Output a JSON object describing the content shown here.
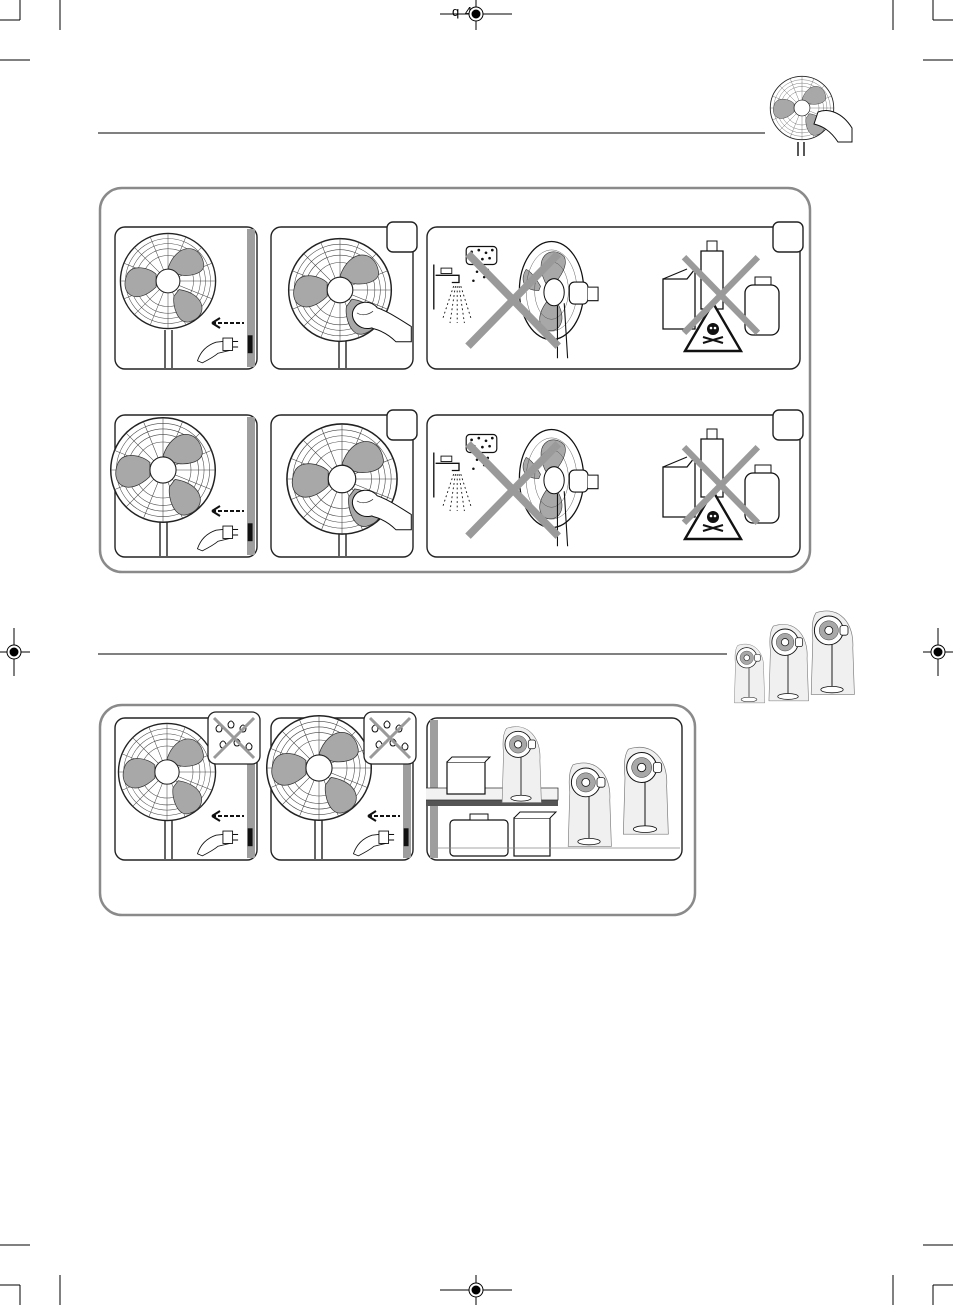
{
  "header": {
    "print_mark": "q 4",
    "page_number": "4"
  },
  "colors": {
    "panel_border": "#8a8a8a",
    "frame_border": "#222222",
    "fan_hub_gray": "#bdbdbd",
    "cross_gray": "#9a9a9a",
    "shadow_gray": "#9e9e9e"
  },
  "sections": [
    {
      "name": "cleaning",
      "icon": "fan-cleaning-icon",
      "rows": [
        {
          "panels": [
            "unplug-fan",
            "wipe-fan",
            "no-water-no-solvents"
          ]
        },
        {
          "panels": [
            "unplug-fan",
            "wipe-fan",
            "no-water-no-solvents"
          ]
        }
      ]
    },
    {
      "name": "storage",
      "icon": "fans-covered-icon",
      "rows": [
        {
          "panels": [
            "unplug-fan-no-humidity",
            "unplug-fan-no-humidity",
            "store-covered-fans"
          ]
        }
      ]
    }
  ]
}
